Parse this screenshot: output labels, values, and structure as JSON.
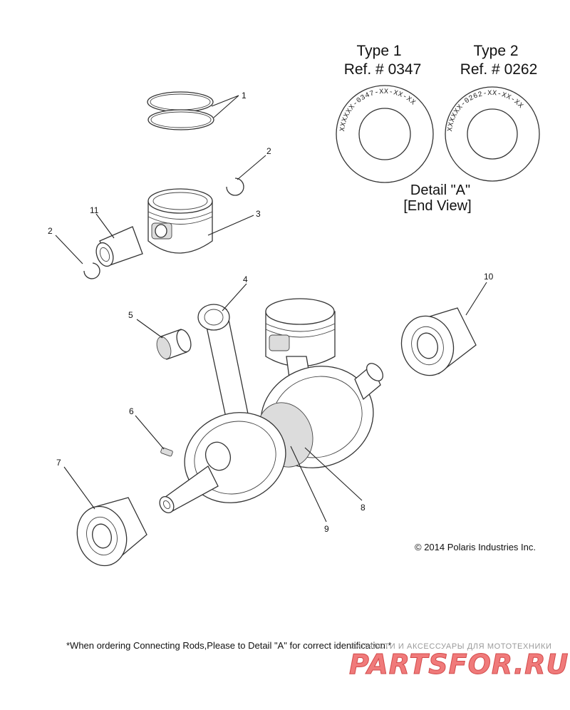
{
  "detail": {
    "type1": {
      "title": "Type 1",
      "ref": "Ref. # 0347",
      "code": "XXXXXX-0347-XX-XX-XX"
    },
    "type2": {
      "title": "Type 2",
      "ref": "Ref. # 0262",
      "code": "XXXXXX-0262-XX-XX-XX"
    },
    "label": "Detail \"A\"",
    "sublabel": "[End View]"
  },
  "callouts": [
    "1",
    "2",
    "3",
    "11",
    "2",
    "4",
    "5",
    "10",
    "6",
    "7",
    "8",
    "9"
  ],
  "copyright": "© 2014 Polaris Industries Inc.",
  "note": "*When ordering Connecting Rods,Please to Detail \"A\" for correct identification.*",
  "watermark": {
    "subtitle": "ЗАПЧАСТИ И АКСЕССУАРЫ ДЛЯ МОТОТЕХНИКИ",
    "logo": "PARTSFOR.RU"
  },
  "colors": {
    "watermark": "#f07a7a",
    "line": "#222222"
  }
}
